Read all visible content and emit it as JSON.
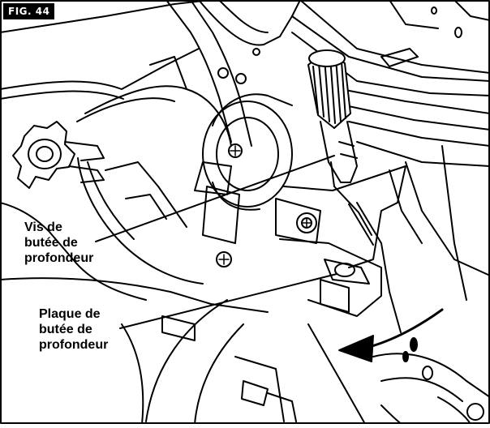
{
  "figure": {
    "label": "FIG. 44"
  },
  "callouts": [
    {
      "text": "Vis de\nbutée de\nprofondeur"
    },
    {
      "text": "Plaque de\nbutée de\nprofondeur"
    }
  ],
  "colors": {
    "ink": "#000000",
    "paper": "#ffffff",
    "shade": "#d9d9d9"
  }
}
